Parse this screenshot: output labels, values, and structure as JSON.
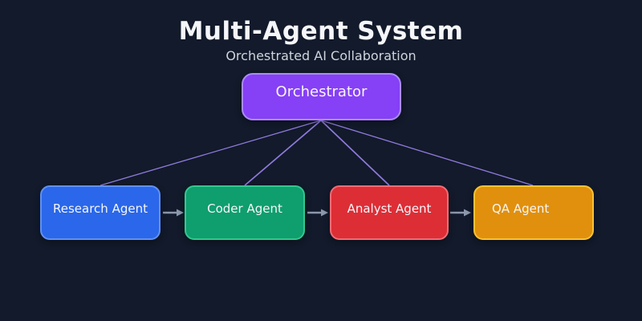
{
  "header": {
    "title": "Multi-Agent System",
    "subtitle": "Orchestrated AI Collaboration"
  },
  "colors": {
    "background": "#121a2b",
    "connector_line": "#a78bfa",
    "arrow": "#8b97ab",
    "title_text": "#f5f6fa",
    "subtitle_text": "#cfd4dc",
    "node_text": "#f5f6fa"
  },
  "diagram": {
    "orchestrator": {
      "label": "Orchestrator",
      "fill": "#8640f5",
      "border": "#ab8bf8"
    },
    "agents": [
      {
        "label": "Research Agent",
        "fill": "#2a67ea",
        "border": "#6191f2"
      },
      {
        "label": "Coder Agent",
        "fill": "#0f9e6e",
        "border": "#34c78f"
      },
      {
        "label": "Analyst Agent",
        "fill": "#dd2e36",
        "border": "#ef6d75"
      },
      {
        "label": "QA Agent",
        "fill": "#e1900d",
        "border": "#f9c235"
      }
    ],
    "flow": [
      "Orchestrator -> Research Agent",
      "Orchestrator -> Coder Agent",
      "Orchestrator -> Analyst Agent",
      "Orchestrator -> QA Agent",
      "Research Agent -> Coder Agent",
      "Coder Agent -> Analyst Agent",
      "Analyst Agent -> QA Agent"
    ]
  }
}
